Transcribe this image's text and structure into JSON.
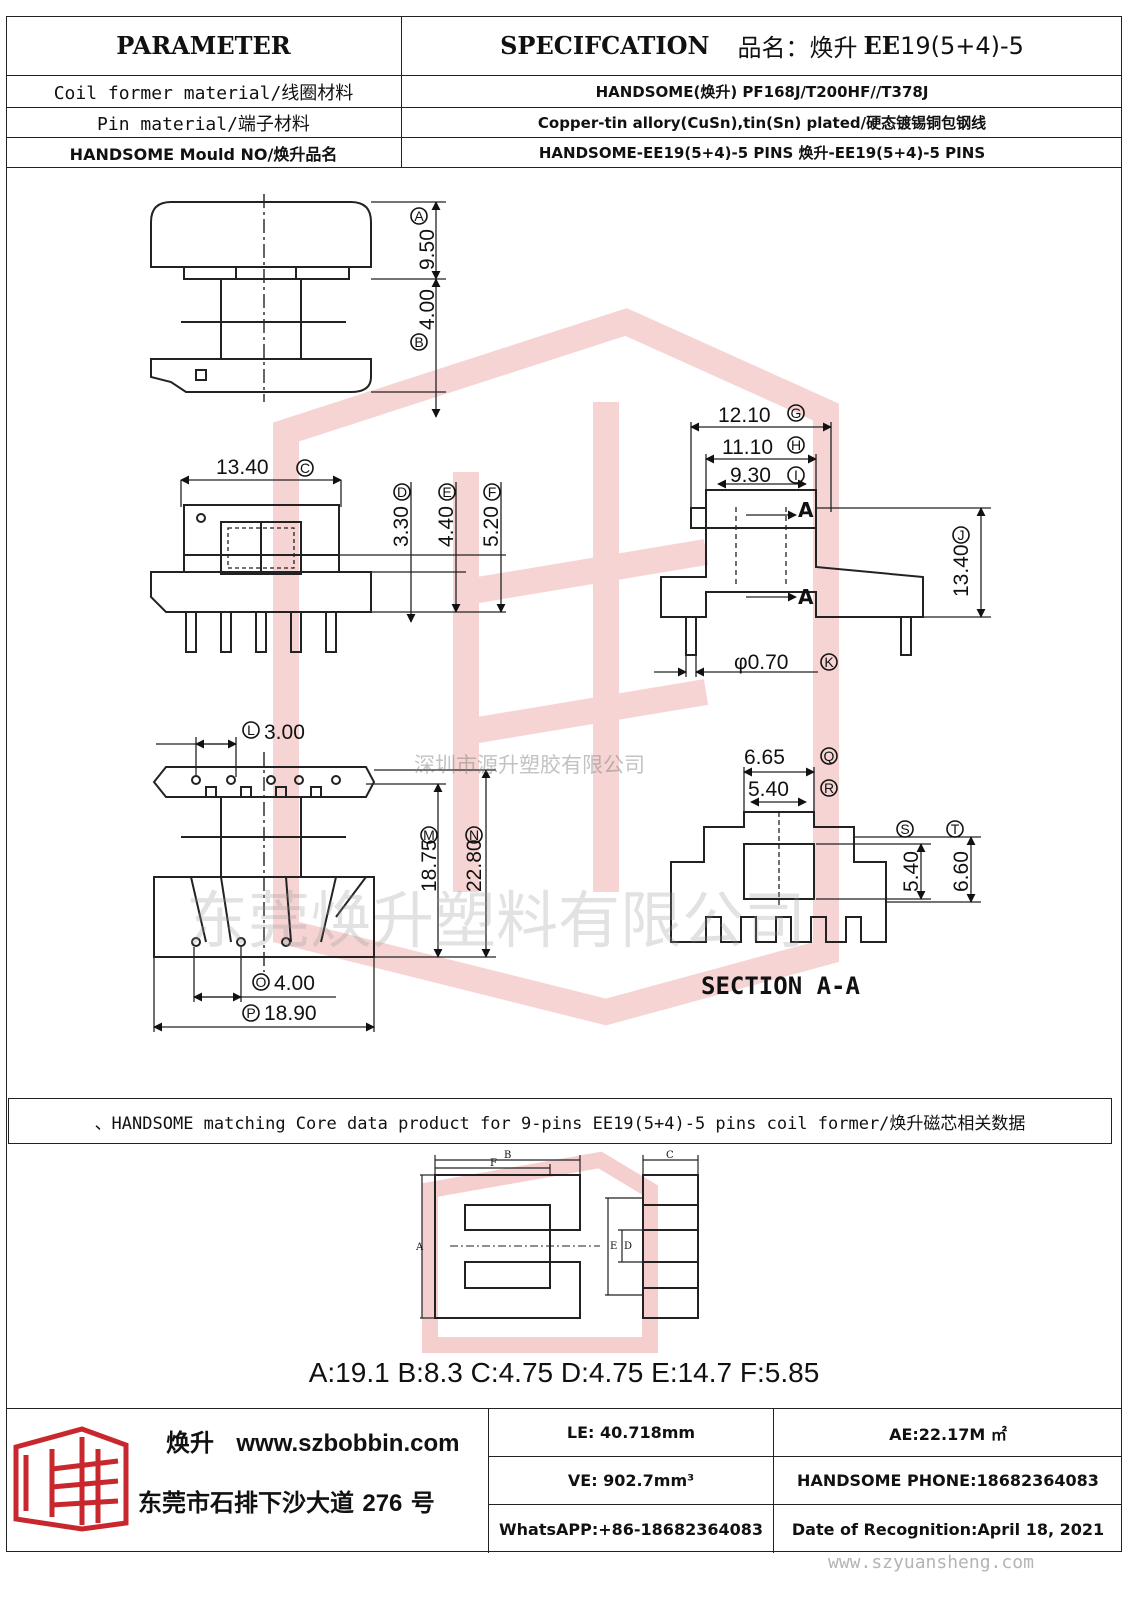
{
  "header": {
    "col1_title": "PARAMETER",
    "col2_title": "SPECIFCATION",
    "product_label": "品名：",
    "product_brand": "焕升",
    "product_code_bold": "EE",
    "product_code_rest": "19(5+4)-5",
    "rows": [
      {
        "param": "Coil former material/线圈材料",
        "spec": "HANDSOME(焕升)   PF168J/T200HF//T378J"
      },
      {
        "param": "Pin material/端子材料",
        "spec": "Copper-tin allory(CuSn),tin(Sn) plated/硬态镀锡铜包钢线"
      },
      {
        "param": "HANDSOME Mould NO/焕升品名",
        "spec": "HANDSOME-EE19(5+4)-5 PINS    焕升-EE19(5+4)-5 PINS"
      }
    ]
  },
  "drawing": {
    "dims": {
      "a": "9.50",
      "b": "4.00",
      "c": "13.40",
      "d": "3.30",
      "e": "4.40",
      "f": "5.20",
      "g": "12.10",
      "h": "11.10",
      "i": "9.30",
      "j": "13.40",
      "k": "φ0.70",
      "l": "3.00",
      "m": "18.75",
      "n": "22.80",
      "o": "4.00",
      "p": "18.90",
      "q": "6.65",
      "r": "5.40",
      "s": "5.40",
      "t": "6.60"
    },
    "markers": {
      "a": "A",
      "b": "B",
      "c": "C",
      "d": "D",
      "e": "E",
      "f": "F",
      "g": "G",
      "h": "H",
      "i": "I",
      "j": "J",
      "k": "K",
      "l": "L",
      "m": "M",
      "n": "N",
      "o": "O",
      "p": "P",
      "q": "Q",
      "r": "R",
      "s": "S",
      "t": "T"
    },
    "section_arrow": "A",
    "section_title": "SECTION A-A",
    "watermark_small": "深圳市源升塑胶有限公司",
    "watermark_large": "东莞焕升塑料有限公司"
  },
  "core": {
    "band_text": "、HANDSOME matching Core data  product for 9-pins EE19(5+4)-5 pins coil former/焕升磁芯相关数据",
    "letters": {
      "a": "A",
      "b": "B",
      "c": "C",
      "d": "D",
      "e": "E",
      "f": "F"
    },
    "values": "A:19.1 B:8.3 C:4.75 D:4.75 E:14.7 F:5.85"
  },
  "footer": {
    "brand": "焕升",
    "website": "www.szbobbin.com",
    "address_prefix": "东莞市石排下沙大道",
    "address_number": "276",
    "address_suffix": "号",
    "le": "LE: 40.718mm",
    "ae": "AE:22.17M ㎡",
    "ve": "VE: 902.7mm³",
    "phone": "HANDSOME PHONE:18682364083",
    "whatsapp": "WhatsAPP:+86-18682364083",
    "date": "Date of Recognition:April 18, 2021",
    "site_watermark": "www.szyuansheng.com"
  },
  "colors": {
    "line": "#222222",
    "logo_red": "#c8282d",
    "watermark_red": "#f3c2c2"
  }
}
